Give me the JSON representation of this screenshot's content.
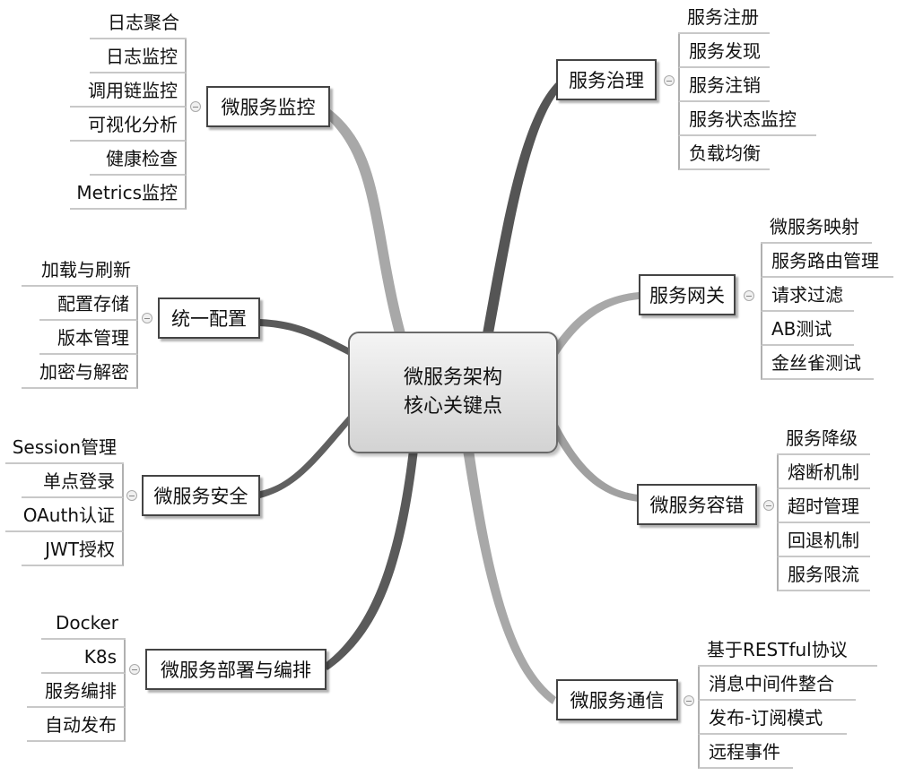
{
  "center": {
    "line1": "微服务架构",
    "line2": "核心关键点"
  },
  "branches": [
    {
      "label": "微服务监控",
      "items": [
        "日志聚合",
        "日志监控",
        "调用链监控",
        "可视化分析",
        "健康检查",
        "Metrics监控"
      ]
    },
    {
      "label": "统一配置",
      "items": [
        "加载与刷新",
        "配置存储",
        "版本管理",
        "加密与解密"
      ]
    },
    {
      "label": "微服务安全",
      "items": [
        "Session管理",
        "单点登录",
        "OAuth认证",
        "JWT授权"
      ]
    },
    {
      "label": "微服务部署与编排",
      "items": [
        "Docker",
        "K8s",
        "服务编排",
        "自动发布"
      ]
    },
    {
      "label": "服务治理",
      "items": [
        "服务注册",
        "服务发现",
        "服务注销",
        "服务状态监控",
        "负载均衡"
      ]
    },
    {
      "label": "服务网关",
      "items": [
        "微服务映射",
        "服务路由管理",
        "请求过滤",
        "AB测试",
        "金丝雀测试"
      ]
    },
    {
      "label": "微服务容错",
      "items": [
        "服务降级",
        "熔断机制",
        "超时管理",
        "回退机制",
        "服务限流"
      ]
    },
    {
      "label": "微服务通信",
      "items": [
        "基于RESTful协议",
        "消息中间件整合",
        "发布-订阅模式",
        "远程事件"
      ]
    }
  ]
}
